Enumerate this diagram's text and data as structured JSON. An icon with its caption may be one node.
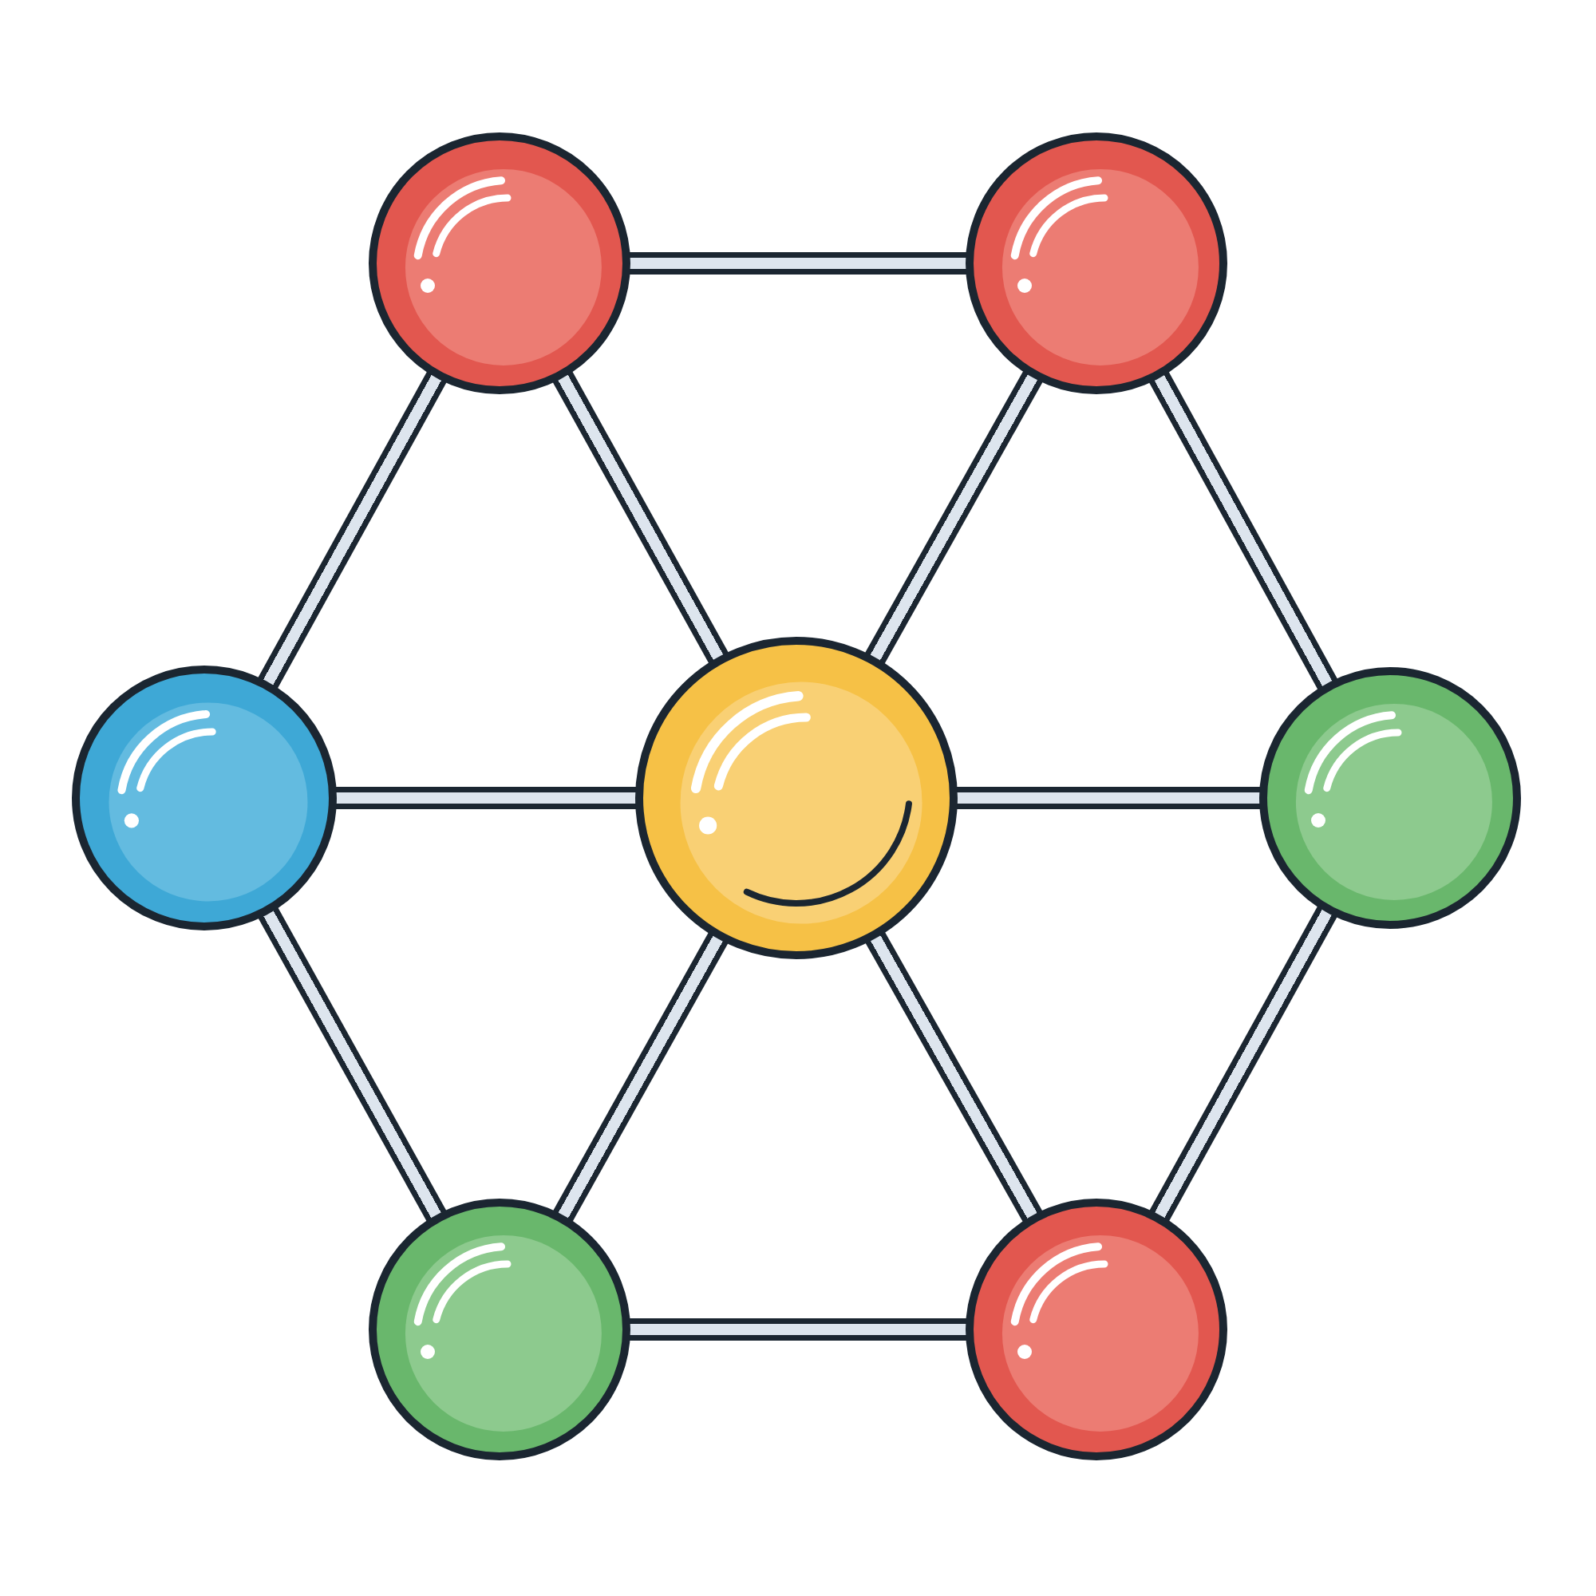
{
  "diagram": {
    "nodes": [
      {
        "text": [],
        "shape": "circle"
      },
      {
        "text": [],
        "shape": "circle"
      },
      {
        "text": [],
        "shape": "circle"
      },
      {
        "text": [],
        "shape": "circle"
      },
      {
        "text": [],
        "shape": "circle"
      },
      {
        "text": [],
        "shape": "circle"
      },
      {
        "text": [],
        "shape": "circle"
      }
    ],
    "edges": [
      {
        "from": 0,
        "to": 1,
        "arrow": "none"
      },
      {
        "from": 0,
        "to": 2,
        "arrow": "none"
      },
      {
        "from": 0,
        "to": 3,
        "arrow": "none"
      },
      {
        "from": 1,
        "to": 3,
        "arrow": "none"
      },
      {
        "from": 1,
        "to": 4,
        "arrow": "none"
      },
      {
        "from": 2,
        "to": 3,
        "arrow": "none"
      },
      {
        "from": 3,
        "to": 4,
        "arrow": "none"
      },
      {
        "from": 2,
        "to": 5,
        "arrow": "none"
      },
      {
        "from": 3,
        "to": 5,
        "arrow": "none"
      },
      {
        "from": 3,
        "to": 6,
        "arrow": "none"
      },
      {
        "from": 4,
        "to": 6,
        "arrow": "none"
      },
      {
        "from": 5,
        "to": 6,
        "arrow": "none"
      }
    ]
  }
}
